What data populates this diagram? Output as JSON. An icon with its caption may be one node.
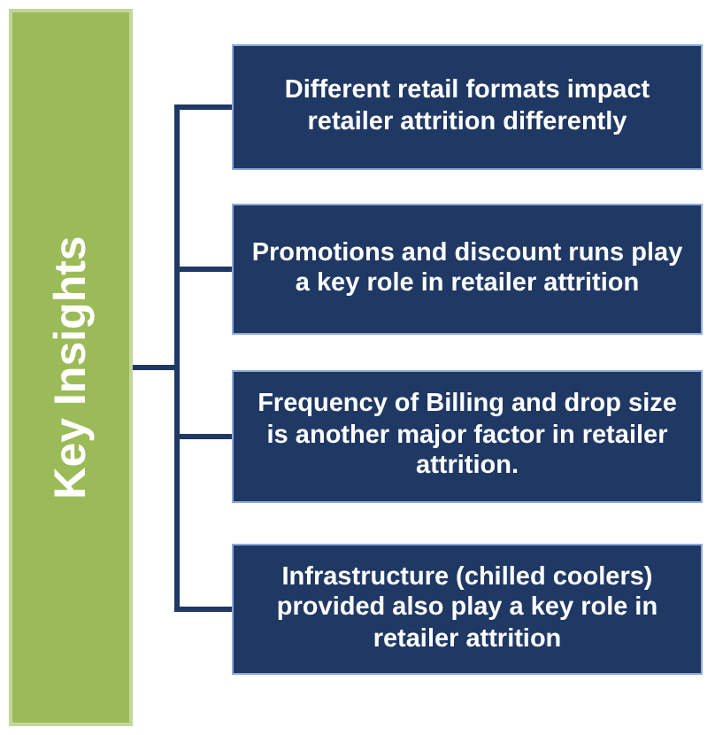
{
  "diagram": {
    "nodes": [
      {
        "text": [
          "Key Insights"
        ]
      },
      {
        "text": [
          "Different retail formats impact retailer attrition differently"
        ]
      },
      {
        "text": [
          "Promotions and discount runs play a key role in retailer attrition"
        ]
      },
      {
        "text": [
          "Frequency of Billing and drop size is another major factor in retailer attrition."
        ]
      },
      {
        "text": [
          "Infrastructure (chilled coolers) provided also play a key role in retailer attrition"
        ]
      }
    ],
    "edges": [
      {
        "from": 0,
        "to": 1,
        "arrow": "none"
      },
      {
        "from": 0,
        "to": 2,
        "arrow": "none"
      },
      {
        "from": 0,
        "to": 3,
        "arrow": "none"
      },
      {
        "from": 0,
        "to": 4,
        "arrow": "none"
      }
    ]
  }
}
